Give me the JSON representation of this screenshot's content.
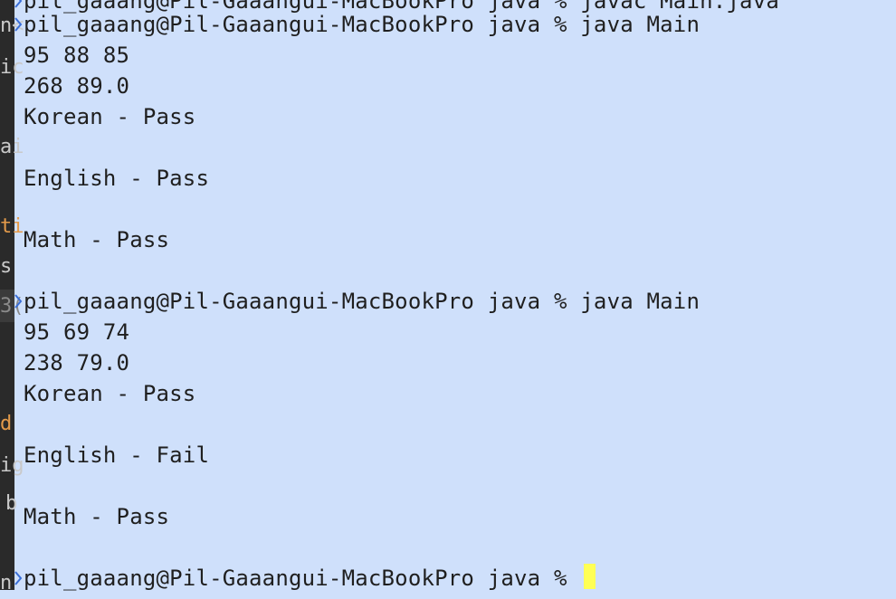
{
  "colors": {
    "terminal_bg": "#cfe0fb",
    "text": "#1f1f1f",
    "cursor": "#ffff55",
    "editor_bg": "#2a2a2a"
  },
  "editor_fragments": [
    "n<",
    "ic",
    "ai",
    "ti",
    "s",
    "3(",
    "d",
    "ig",
    "b",
    "n"
  ],
  "terminal": {
    "top_partial": "pil_gaaang@Pil-Gaaangui-MacBookPro java % javac Main.java",
    "run1": {
      "prompt": "pil_gaaang@Pil-Gaaangui-MacBookPro java % java Main",
      "scores": "95 88 85",
      "summary": "268 89.0",
      "korean": "Korean - Pass",
      "english": "English - Pass",
      "math": "Math - Pass"
    },
    "run2": {
      "prompt": "pil_gaaang@Pil-Gaaangui-MacBookPro java % java Main",
      "scores": "95 69 74",
      "summary": "238 79.0",
      "korean": "Korean - Pass",
      "english": "English - Fail",
      "math": "Math - Pass"
    },
    "final_prompt": "pil_gaaang@Pil-Gaaangui-MacBookPro java % "
  }
}
